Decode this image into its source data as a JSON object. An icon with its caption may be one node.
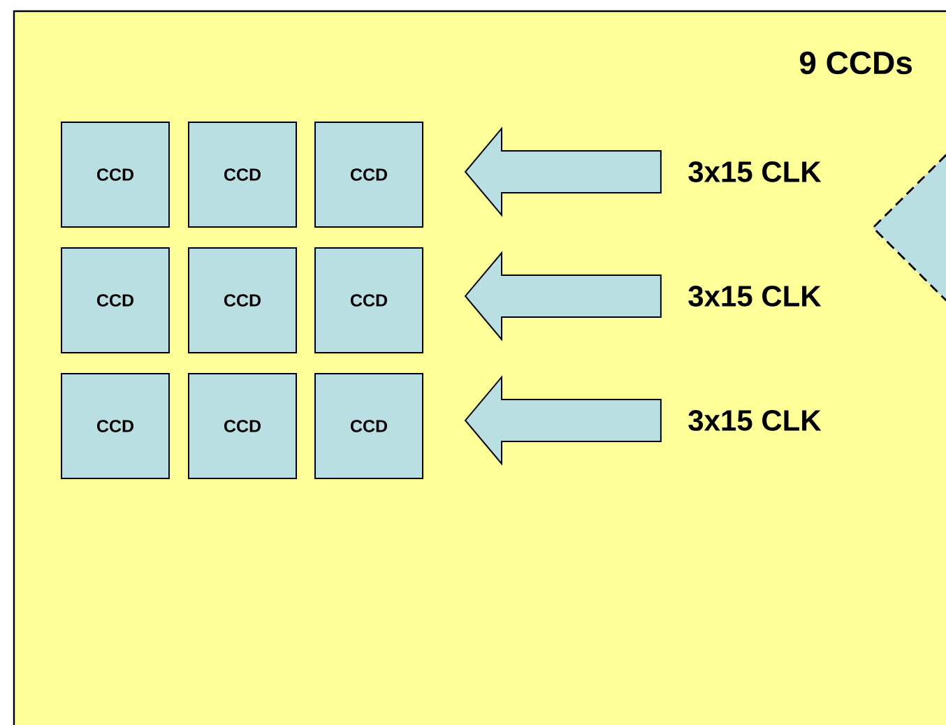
{
  "diagram": {
    "nodes": [
      {
        "text": [
          "9 CCDs"
        ]
      },
      {
        "text": [
          "CCD"
        ],
        "in": 0
      },
      {
        "text": [
          "CCD"
        ],
        "in": 0
      },
      {
        "text": [
          "CCD"
        ],
        "in": 0
      },
      {
        "text": [
          "CCD"
        ],
        "in": 0
      },
      {
        "text": [
          "CCD"
        ],
        "in": 0
      },
      {
        "text": [
          "CCD"
        ],
        "in": 0
      },
      {
        "text": [
          "CCD"
        ],
        "in": 0
      },
      {
        "text": [
          "CCD"
        ],
        "in": 0
      },
      {
        "text": [
          "CCD"
        ],
        "in": 0
      },
      {
        "text": [
          "3x15 CLK"
        ],
        "in": 0
      },
      {
        "text": [
          "3x15 CLK"
        ],
        "in": 0
      },
      {
        "text": [
          "3x15 CLK"
        ],
        "in": 0
      },
      {
        "text": [],
        "shape": "diamond",
        "in": 0
      }
    ],
    "edges": [
      {
        "from": 10,
        "to": 3,
        "arrow": "to"
      },
      {
        "from": 11,
        "to": 6,
        "arrow": "to"
      },
      {
        "from": 12,
        "to": 9,
        "arrow": "to"
      }
    ]
  }
}
